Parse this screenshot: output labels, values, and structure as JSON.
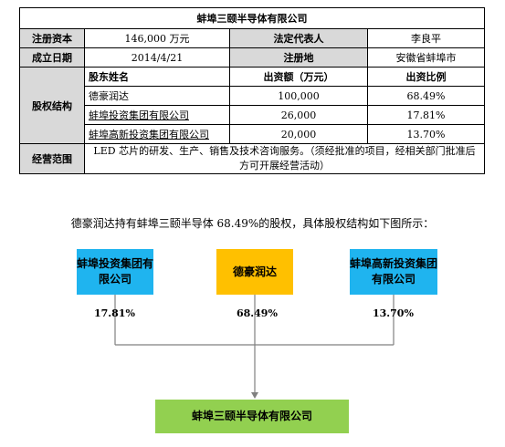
{
  "table": {
    "title": "蚌埠三颐半导体有限公司",
    "reg_capital_label": "注册资本",
    "reg_capital_value": "146,000 万元",
    "legal_rep_label": "法定代表人",
    "legal_rep_value": "李良平",
    "est_date_label": "成立日期",
    "est_date_value": "2014/4/21",
    "reg_place_label": "注册地",
    "reg_place_value": "安徽省蚌埠市",
    "equity_label": "股权结构",
    "col_shareholder": "股东姓名",
    "col_amount": "出资额（万元）",
    "col_ratio": "出资比例",
    "rows": [
      {
        "name": "德豪润达",
        "amount": "100,000",
        "ratio": "68.49%"
      },
      {
        "name": "蚌埠投资集团有限公司",
        "amount": "26,000",
        "ratio": "17.81%"
      },
      {
        "name": "蚌埠高新投资集团有限公司",
        "amount": "20,000",
        "ratio": "13.70%"
      }
    ],
    "scope_label": "经营范围",
    "scope_value": "LED 芯片的研发、生产、销售及技术咨询服务。（须经批准的项目，经相关部门批准后方可开展经营活动）"
  },
  "caption": "德豪润达持有蚌埠三颐半导体 68.49%的股权，具体股权结构如下图所示：",
  "diagram": {
    "box_left": "蚌埠投资集团有限公司",
    "box_mid": "德豪润达",
    "box_right": "蚌埠高新投资集团有限公司",
    "box_bottom": "蚌埠三颐半导体有限公司",
    "pct_left": "17.81%",
    "pct_mid": "68.49%",
    "pct_right": "13.70%",
    "colors": {
      "blue": "#1fb4ef",
      "orange": "#ffc000",
      "green": "#92d050"
    }
  }
}
